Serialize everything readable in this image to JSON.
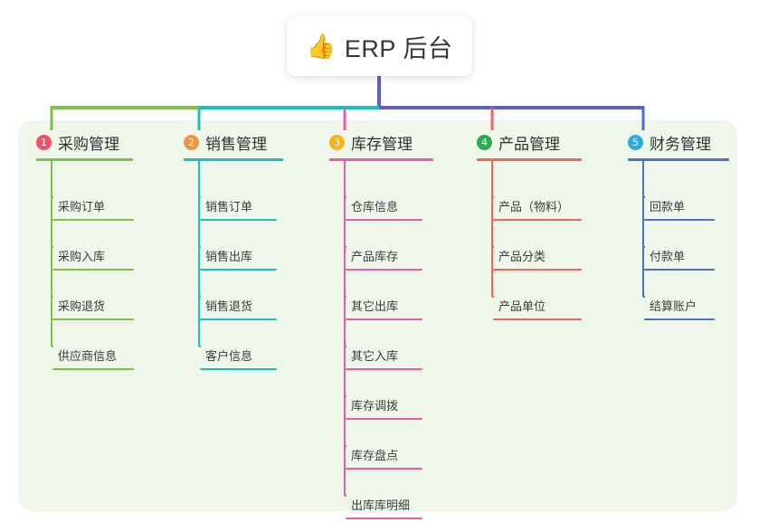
{
  "root": {
    "icon": "thumbs-up-icon",
    "emoji": "👍",
    "title": "ERP 后台"
  },
  "palette": {
    "panel_background": "#eef7e9",
    "page_background": "#ffffff",
    "card_background": "#ffffff",
    "stem_blue": "#5b5fc7",
    "title_text": "#35363a"
  },
  "columns": [
    {
      "number": "1",
      "title": "采购管理",
      "badge_color": "#f2516b",
      "line_color": "#7fc04a",
      "items": [
        {
          "label": "采购订单"
        },
        {
          "label": "采购入库"
        },
        {
          "label": "采购退货"
        },
        {
          "label": "供应商信息"
        }
      ]
    },
    {
      "number": "2",
      "title": "销售管理",
      "badge_color": "#f5923e",
      "line_color": "#17c2bb",
      "items": [
        {
          "label": "销售订单"
        },
        {
          "label": "销售出库"
        },
        {
          "label": "销售退货"
        },
        {
          "label": "客户信息"
        }
      ]
    },
    {
      "number": "3",
      "title": "库存管理",
      "badge_color": "#f6b31c",
      "line_color": "#ee5aa8",
      "items": [
        {
          "label": "仓库信息"
        },
        {
          "label": "产品库存"
        },
        {
          "label": "其它出库"
        },
        {
          "label": "其它入库"
        },
        {
          "label": "库存调拨"
        },
        {
          "label": "库存盘点"
        },
        {
          "label": "出库库明细"
        }
      ]
    },
    {
      "number": "4",
      "title": "产品管理",
      "badge_color": "#21b24b",
      "line_color": "#f4645c",
      "items": [
        {
          "label": "产品（物料）"
        },
        {
          "label": "产品分类"
        },
        {
          "label": "产品单位"
        }
      ]
    },
    {
      "number": "5",
      "title": "财务管理",
      "badge_color": "#29aae1",
      "line_color": "#4f6fcb",
      "items": [
        {
          "label": "回款单"
        },
        {
          "label": "付款单"
        },
        {
          "label": "结算账户"
        }
      ]
    }
  ]
}
